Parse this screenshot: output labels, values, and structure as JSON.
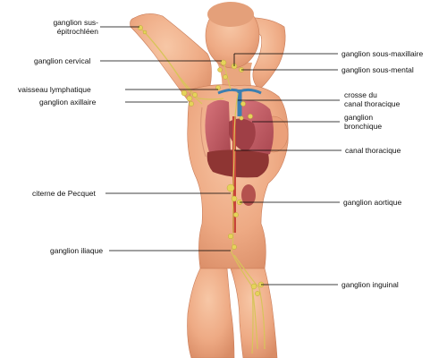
{
  "labels": {
    "left": {
      "epitrochleen_1": "ganglion sus-",
      "epitrochleen_2": "épitrochléen",
      "cervical": "ganglion cervical",
      "vaisseau": "vaisseau lymphatique",
      "axillaire": "ganglion axillaire",
      "pecquet": "citerne de Pecquet",
      "iliaque": "ganglion iliaque"
    },
    "right": {
      "sous_maxillaire": "ganglion sous-maxillaire",
      "sous_mental": "ganglion sous-mental",
      "crosse_1": "crosse du",
      "crosse_2": "canal thoracique",
      "bronchique_1": "ganglion",
      "bronchique_2": "bronchique",
      "canal": "canal thoracique",
      "aortique": "ganglion aortique",
      "inguinal": "ganglion inguinal"
    }
  },
  "colors": {
    "skin": "#f2b48f",
    "skin_shadow": "#dc8d66",
    "node": "#e6d35a",
    "vessel": "#d8c45a",
    "lung": "#c8646a",
    "liver": "#a0413f",
    "leader": "#000000"
  }
}
